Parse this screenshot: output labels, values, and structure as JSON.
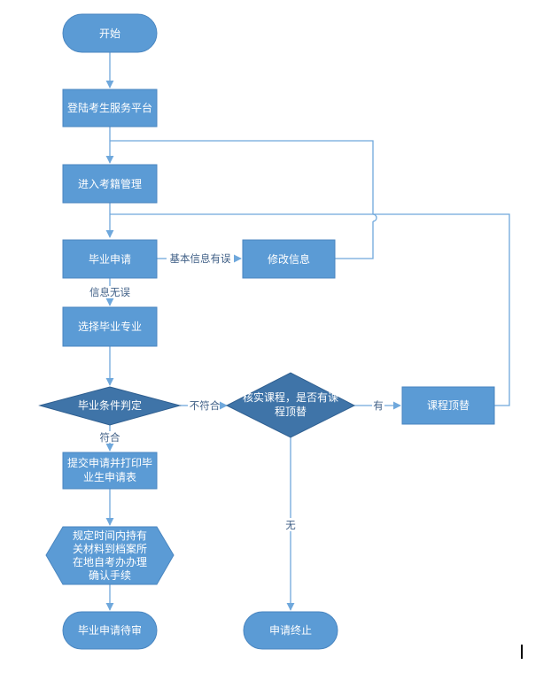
{
  "colors": {
    "node_fill": "#5b9bd5",
    "node_stroke": "#4a86c0",
    "decision_fill": "#3f74a8",
    "decision_stroke": "#2f5f90",
    "connector": "#6fa8dc",
    "edge_text": "#3f5f86"
  },
  "nodes": {
    "start": "开始",
    "login": "登陆考生服务平台",
    "enter": "进入考籍管理",
    "apply": "毕业申请",
    "modify": "修改信息",
    "select_major": "选择毕业专业",
    "judge": "毕业条件判定",
    "verify_course": [
      "核实课程，是否有课",
      "程顶替"
    ],
    "course_replace": "课程顶替",
    "submit": [
      "提交申请并打印毕",
      "业生申请表"
    ],
    "deliver": [
      "规定时间内持有",
      "关材料到档案所",
      "在地自考办办理",
      "确认手续"
    ],
    "pending": "毕业申请待审",
    "terminate": "申请终止"
  },
  "edges": {
    "info_error": "基本信息有误",
    "info_ok": "信息无误",
    "not_meet": "不符合",
    "meet": "符合",
    "has": "有",
    "none": "无"
  }
}
